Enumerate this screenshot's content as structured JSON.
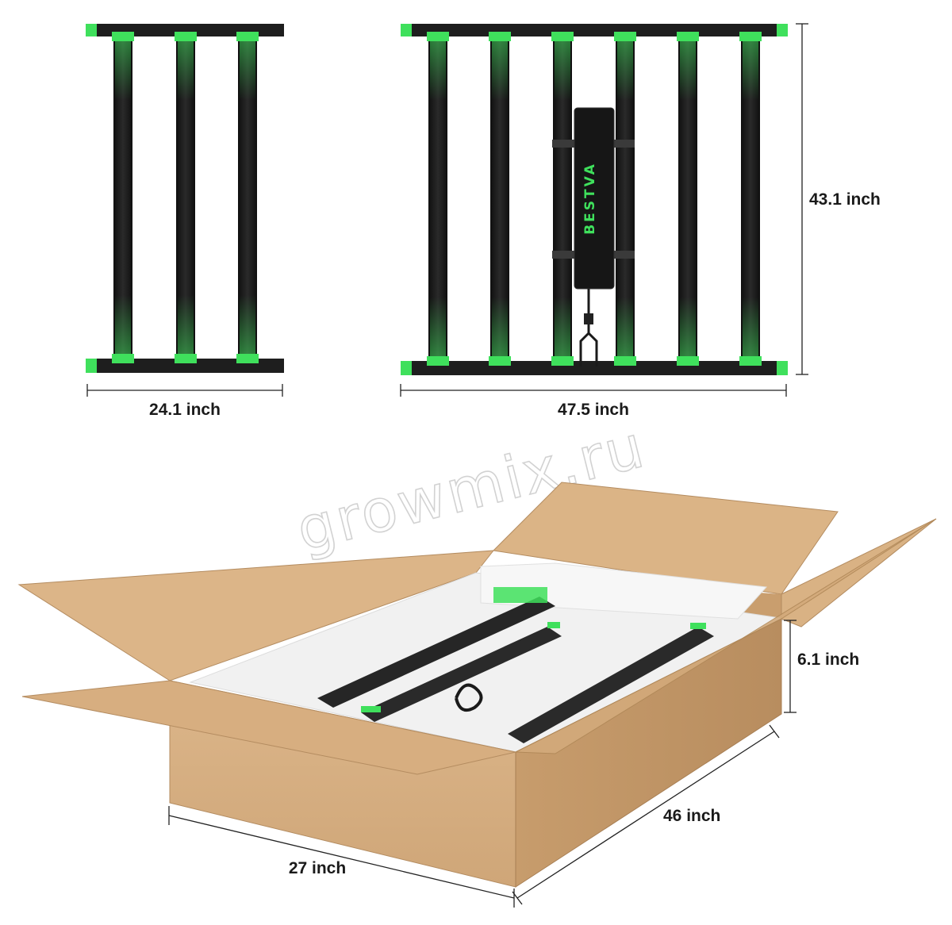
{
  "dimensions": {
    "small_fixture_width": "24.1 inch",
    "large_fixture_width": "47.5 inch",
    "fixture_height": "43.1 inch",
    "box_height": "6.1 inch",
    "box_length": "46 inch",
    "box_width": "27 inch"
  },
  "brand": {
    "logo": "BESTVA"
  },
  "watermark": "growmix.ru",
  "colors": {
    "bar_black": "#1c1c1c",
    "accent_green": "#3fe05c",
    "cardboard": "#d9b285",
    "cardboard_shadow": "#c59a6c",
    "foam": "#f3f3f3"
  }
}
